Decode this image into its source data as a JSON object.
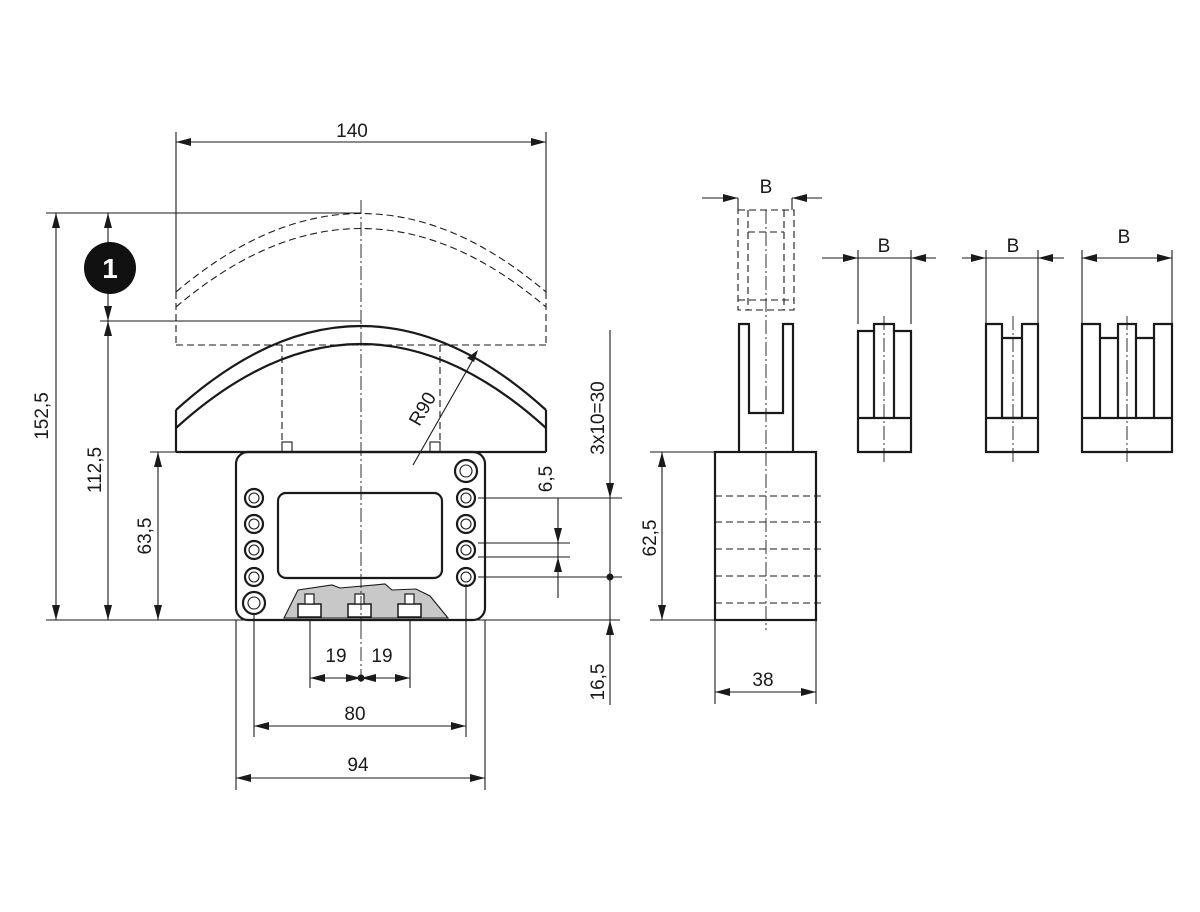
{
  "dimensions": {
    "width_140": "140",
    "total_height": "152,5",
    "height_112": "112,5",
    "height_63": "63,5",
    "radius": "R90",
    "pitch_small": "6,5",
    "pitch_total": "3x10=30",
    "offset_bottom": "16,5",
    "half_pitch_left": "19",
    "half_pitch_right": "19",
    "hole_span": "80",
    "base_width": "94",
    "side_height": "62,5",
    "side_width": "38",
    "b_side_view": "B",
    "b_variant_1": "B",
    "b_variant_2": "B",
    "b_variant_3": "B"
  },
  "callout": {
    "number": "1"
  },
  "colors": {
    "line": "#1a1a1a",
    "badge": "#111111",
    "cutaway": "#c8c8c8"
  }
}
